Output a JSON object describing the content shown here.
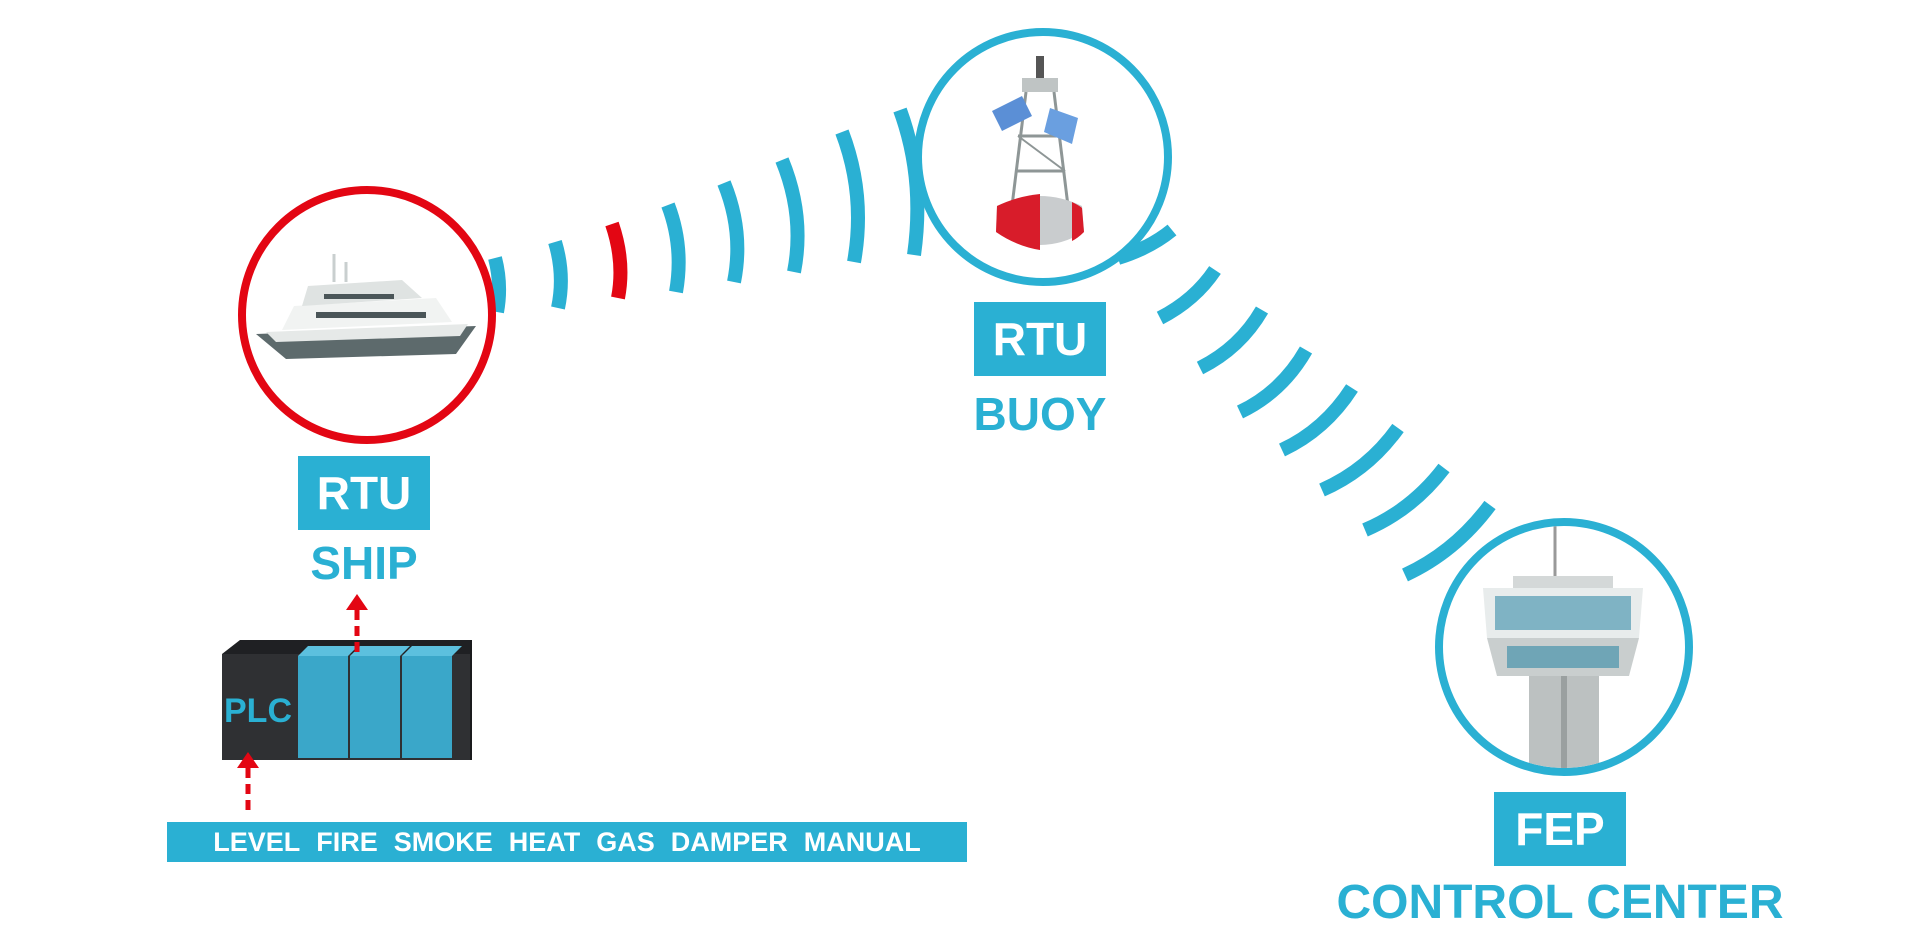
{
  "colors": {
    "accent": "#2ab0d3",
    "alert": "#e30613",
    "plc_body": "#2f3033",
    "plc_module": "#3aa7c9"
  },
  "nodes": {
    "ship": {
      "tag": "RTU",
      "caption": "SHIP",
      "image": "yacht"
    },
    "buoy": {
      "tag": "RTU",
      "caption": "BUOY",
      "image": "buoy"
    },
    "control": {
      "tag": "FEP",
      "caption": "CONTROL CENTER",
      "image": "control-tower"
    }
  },
  "plc": {
    "label": "PLC"
  },
  "signals": [
    "LEVEL",
    "FIRE",
    "SMOKE",
    "HEAT",
    "GAS",
    "DAMPER",
    "MANUAL"
  ]
}
